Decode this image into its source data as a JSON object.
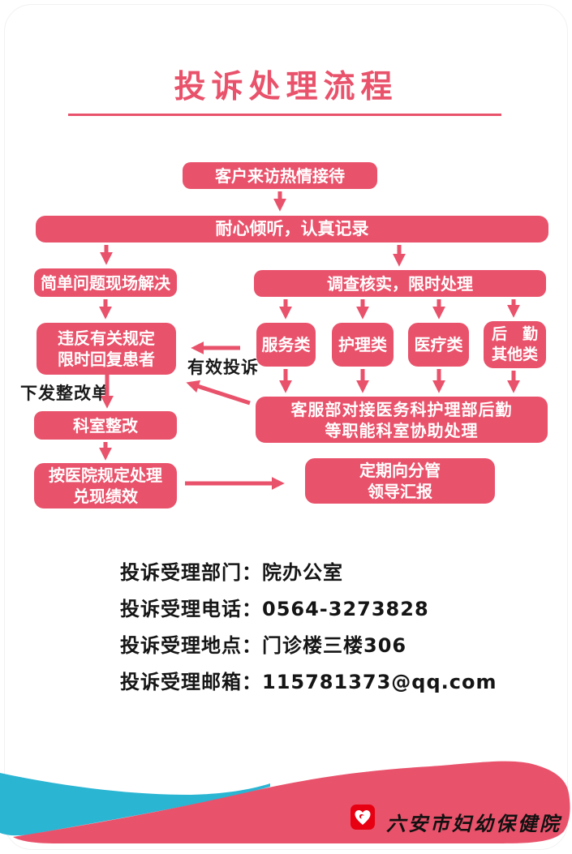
{
  "title": "投诉处理流程",
  "colors": {
    "accent_pink": "#e9526b",
    "wave_blue": "#2ab5d3",
    "logo_red": "#e60012",
    "text_black": "#1a1a1a"
  },
  "flowchart": {
    "nodes": {
      "reception": {
        "label": "客户来访热情接待"
      },
      "listen": {
        "label": "耐心倾听，认真记录"
      },
      "simple_onsite": {
        "label": "简单问题现场解决"
      },
      "investigate": {
        "label": "调查核实，限时处理"
      },
      "service": {
        "label": "服务类"
      },
      "nursing": {
        "label": "护理类"
      },
      "medical": {
        "label": "医疗类"
      },
      "logistics": {
        "line1": "后　勤",
        "line2": "其他类"
      },
      "violation": {
        "line1": "违反有关规定",
        "line2": "限时回复患者"
      },
      "coordination": {
        "line1": "客服部对接医务科护理部后勤",
        "line2": "等职能科室协助处理"
      },
      "rectify": {
        "label": "科室整改"
      },
      "performance": {
        "line1": "按医院规定处理",
        "line2": "兑现绩效"
      },
      "report": {
        "line1": "定期向分管",
        "line2": "领导汇报"
      }
    },
    "edge_labels": {
      "valid_complaint": "有效投诉",
      "rectification_notice": "下发整改单"
    }
  },
  "contact": {
    "department": "投诉受理部门：院办公室",
    "phone": "投诉受理电话：0564-3273828",
    "location": "投诉受理地点：门诊楼三楼306",
    "email": "投诉受理邮箱：115781373@qq.com"
  },
  "footer": {
    "hospital_name": "六安市妇幼保健院"
  }
}
